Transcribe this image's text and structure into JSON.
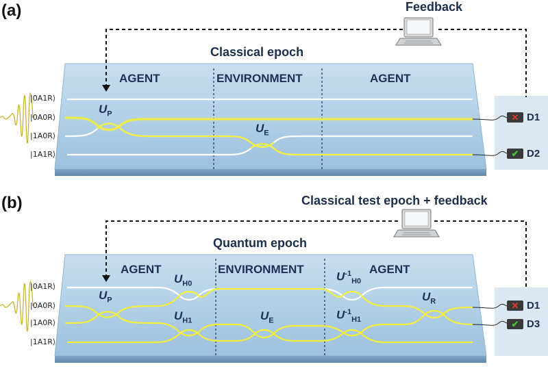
{
  "panel_a": {
    "label": "(a)",
    "top_label": "Feedback",
    "epoch_label": "Classical epoch",
    "sections": [
      "AGENT",
      "ENVIRONMENT",
      "AGENT"
    ],
    "states": [
      "|0A1R⟩",
      "|0A0R⟩",
      "|1A0R⟩",
      "|1A1R⟩"
    ],
    "ops": {
      "up": "U",
      "up_sub": "P",
      "ue": "U",
      "ue_sub": "E"
    },
    "detectors": [
      {
        "name": "D1",
        "status": "fail",
        "color": "#d63a2f"
      },
      {
        "name": "D2",
        "status": "pass",
        "color": "#3fae3a"
      }
    ]
  },
  "panel_b": {
    "label": "(b)",
    "top_label": "Classical test epoch + feedback",
    "epoch_label": "Quantum epoch",
    "sections": [
      "AGENT",
      "ENVIRONMENT",
      "AGENT"
    ],
    "states": [
      "|0A1R⟩",
      "|0A0R⟩",
      "|1A0R⟩",
      "|1A1R⟩"
    ],
    "ops": {
      "up": "U",
      "up_sub": "P",
      "uh0": "U",
      "uh0_sub": "H0",
      "uh1": "U",
      "uh1_sub": "H1",
      "ue": "U",
      "ue_sub": "E",
      "uh0inv": "U",
      "uh0inv_sub": "H0",
      "uh0inv_sup": "-1",
      "uh1inv": "U",
      "uh1inv_sub": "H1",
      "uh1inv_sup": "-1",
      "ur": "U",
      "ur_sub": "R"
    },
    "detectors": [
      {
        "name": "D1",
        "status": "fail",
        "color": "#d63a2f"
      },
      {
        "name": "D3",
        "status": "pass",
        "color": "#3fae3a"
      }
    ]
  },
  "colors": {
    "waveguide_active": "#f2ee3a",
    "waveguide_idle": "#ffffff",
    "chip": "#a9cbe6"
  }
}
